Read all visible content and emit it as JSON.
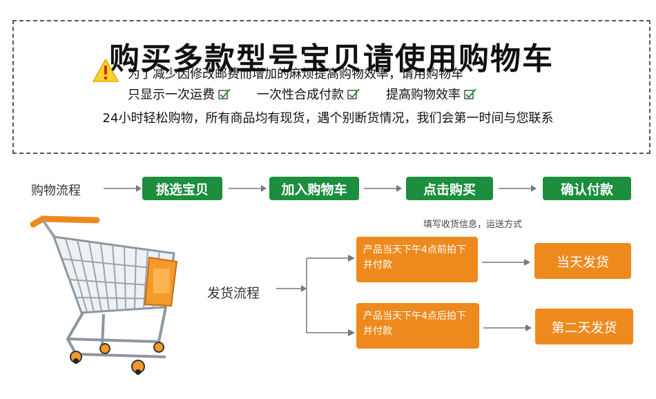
{
  "notice": {
    "title": "购买多款型号宝贝请使用购物车",
    "line1": "为了减少因修改邮费而增加的麻烦提高购物效率，请用购物车",
    "features": [
      "只显示一次运费",
      "一次性合成付款",
      "提高购物效率"
    ],
    "line3": "24小时轻松购物，所有商品均有现货，遇个别断货情况，我们会第一时间与您联系"
  },
  "purchase_flow": {
    "label": "购物流程",
    "steps": [
      "挑选宝贝",
      "加入购物车",
      "点击购买",
      "确认付款"
    ]
  },
  "shipping_flow": {
    "label": "发货流程",
    "note": "填写收货信息，运送方式",
    "cond1": "产品当天下午4点前拍下并付款",
    "result1": "当天发货",
    "cond2": "产品当天下午4点后拍下并付款",
    "result2": "第二天发货"
  },
  "colors": {
    "green": "#1c8e3e",
    "orange": "#ee8a1d"
  }
}
